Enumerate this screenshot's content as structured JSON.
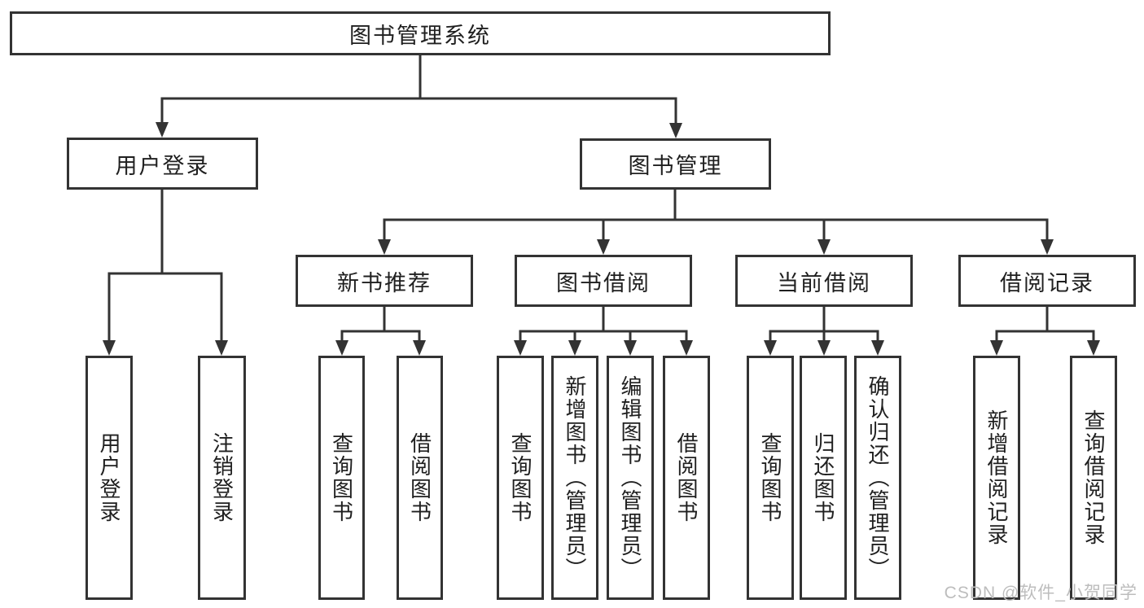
{
  "diagram": {
    "root": {
      "label": "图书管理系统"
    },
    "level2": [
      {
        "label": "用户登录"
      },
      {
        "label": "图书管理"
      }
    ],
    "level3": [
      {
        "label": "新书推荐"
      },
      {
        "label": "图书借阅"
      },
      {
        "label": "当前借阅"
      },
      {
        "label": "借阅记录"
      }
    ],
    "leaves": {
      "user_login": [
        "用户登录",
        "注销登录"
      ],
      "new_book": [
        "查询图书",
        "借阅图书"
      ],
      "book_borrow": [
        "查询图书",
        "新增图书（管理员）",
        "编辑图书（管理员）",
        "借阅图书"
      ],
      "current_borrow": [
        "查询图书",
        "归还图书",
        "确认归还（管理员）"
      ],
      "borrow_records": [
        "新增借阅记录",
        "查询借阅记录"
      ]
    }
  },
  "watermark": "CSDN @软件_小贺同学",
  "colors": {
    "line": "#333333",
    "text": "#1f1f1f",
    "watermark": "#bdbdbd",
    "background": "#ffffff"
  }
}
